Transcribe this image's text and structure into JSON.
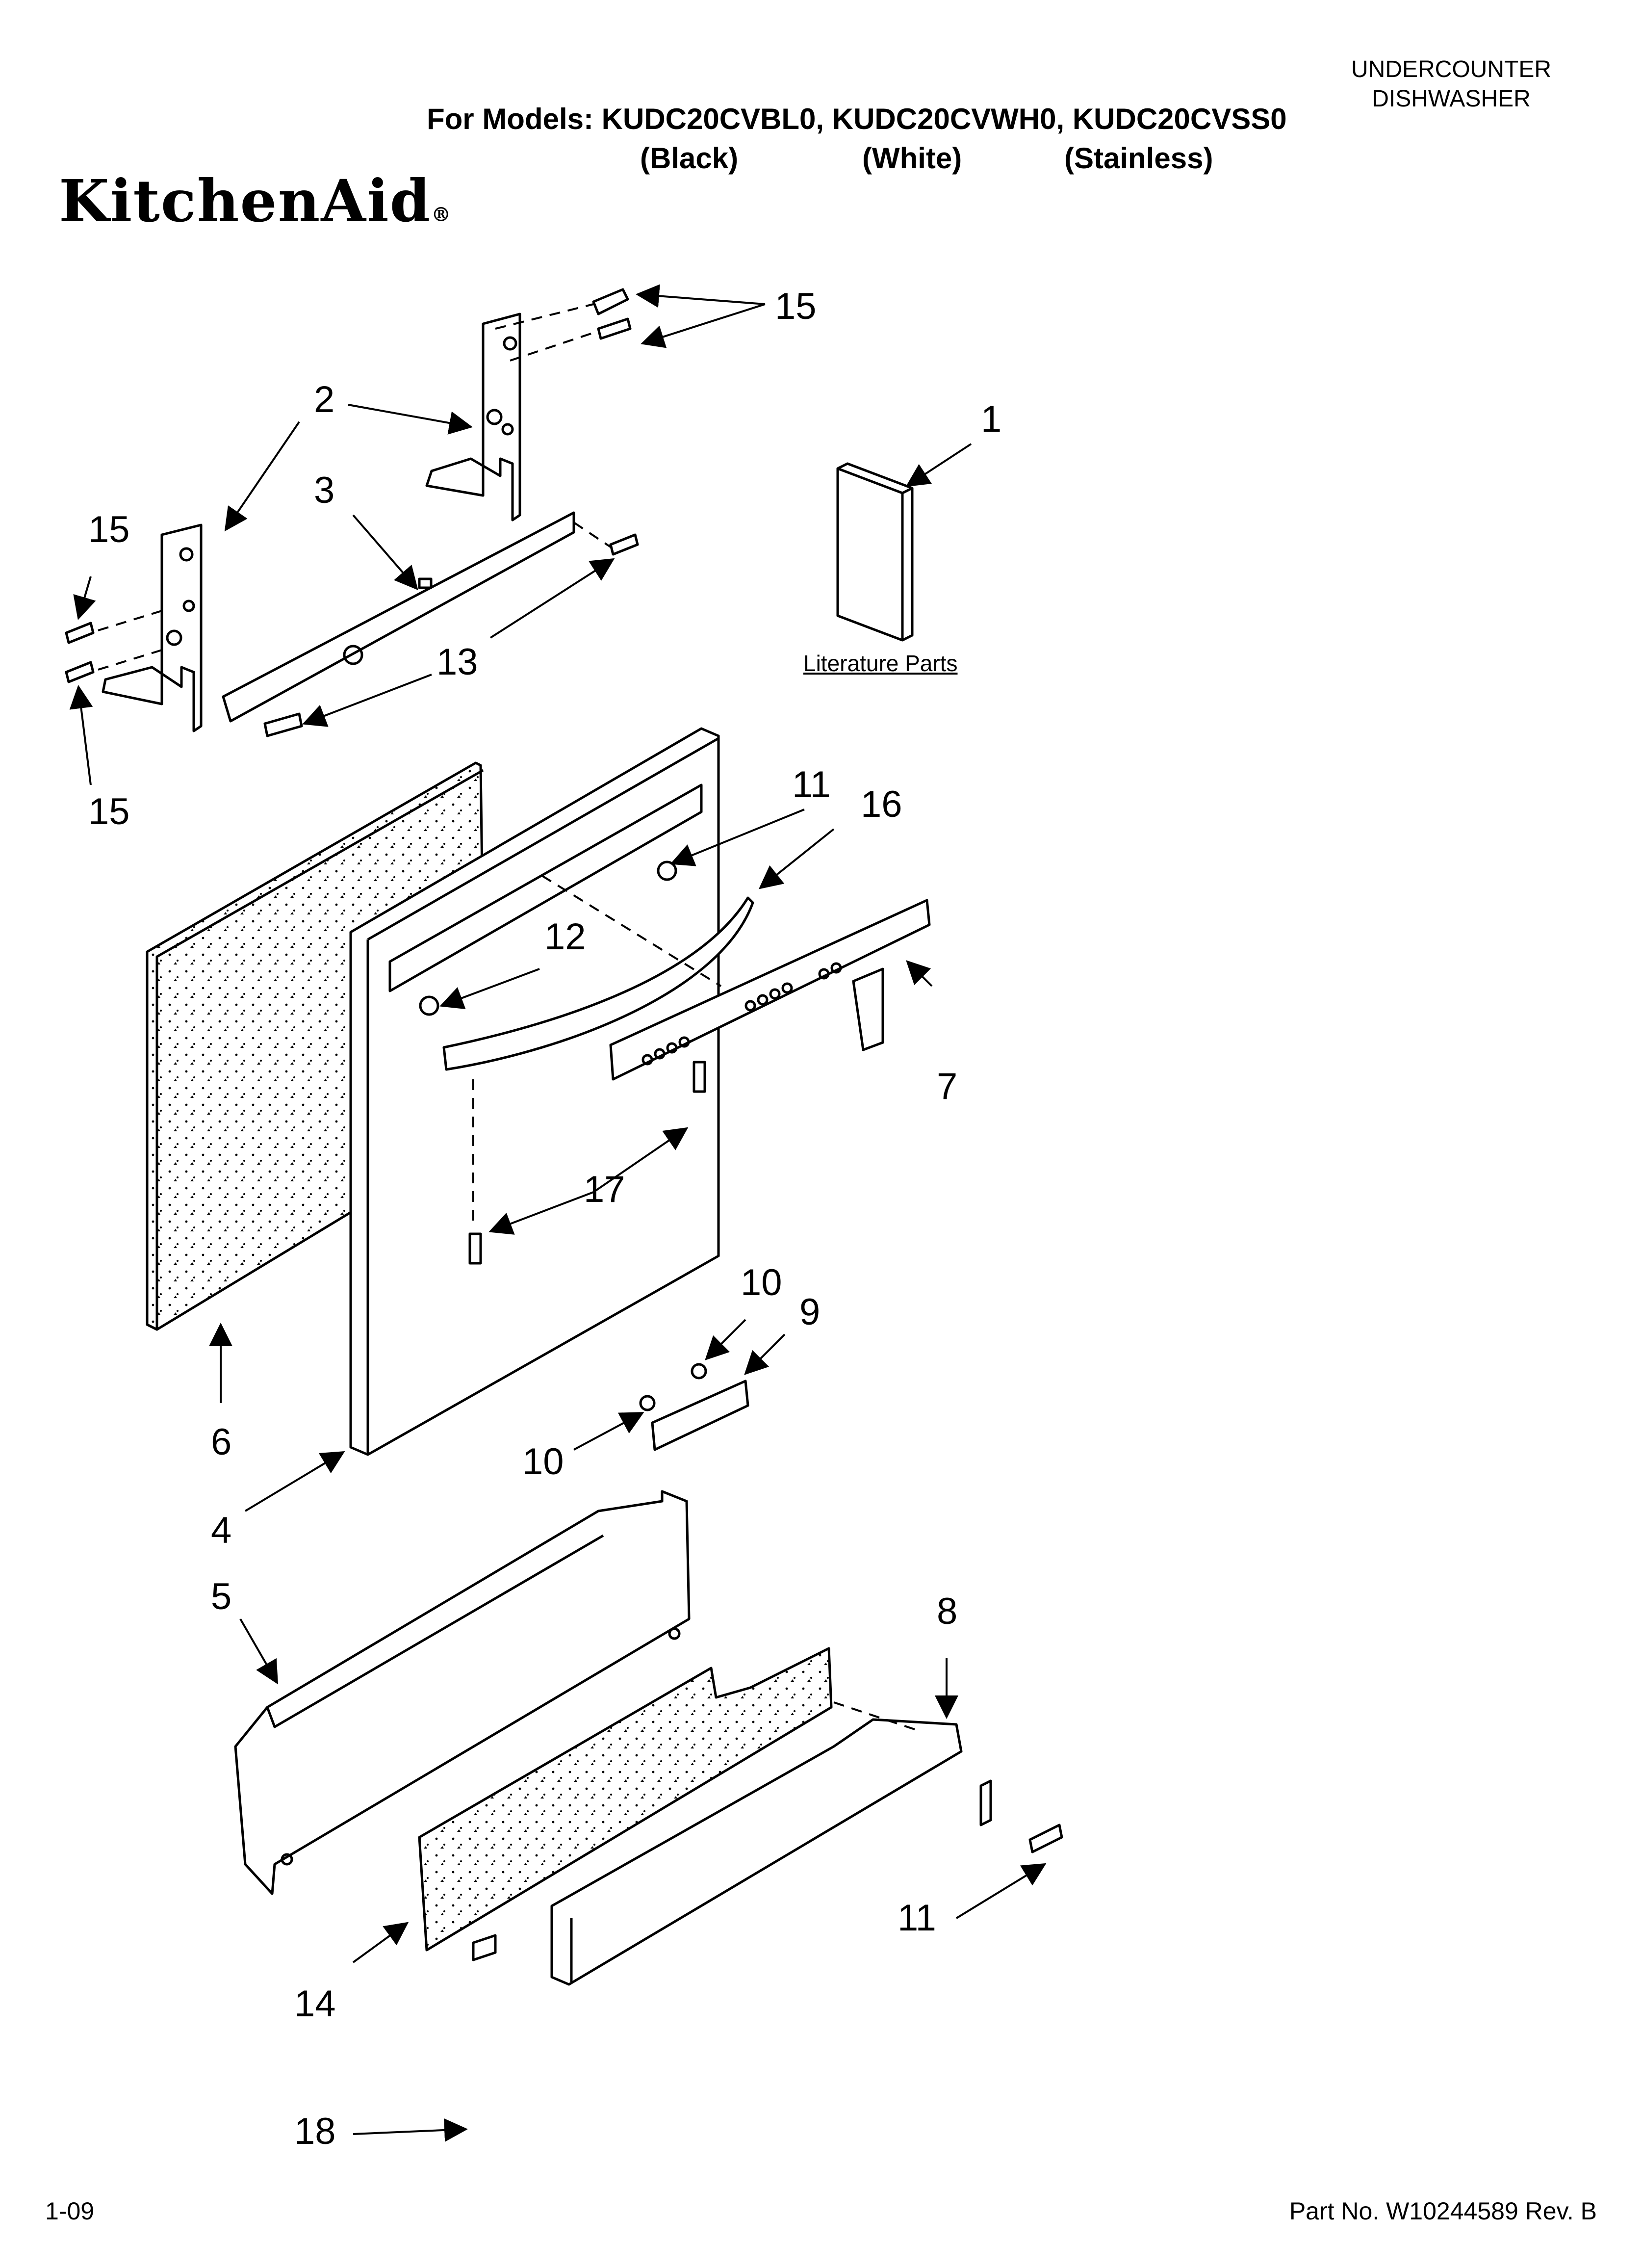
{
  "header": {
    "product_type_line1": "UNDERCOUNTER",
    "product_type_line2": "DISHWASHER",
    "models_line": "For Models: KUDC20CVBL0, KUDC20CVWH0, KUDC20CVSS0",
    "variant_black": "(Black)",
    "variant_white": "(White)",
    "variant_stainless": "(Stainless)",
    "brand": "KitchenAid",
    "brand_mark": "®"
  },
  "diagram": {
    "literature_label": "Literature Parts",
    "callouts": [
      "1",
      "2",
      "3",
      "4",
      "5",
      "6",
      "7",
      "8",
      "9",
      "10",
      "10",
      "11",
      "11",
      "12",
      "13",
      "14",
      "15",
      "15",
      "15",
      "16",
      "17",
      "18"
    ]
  },
  "footer": {
    "date_code": "1-09",
    "part_number": "Part No. W10244589 Rev. B"
  }
}
